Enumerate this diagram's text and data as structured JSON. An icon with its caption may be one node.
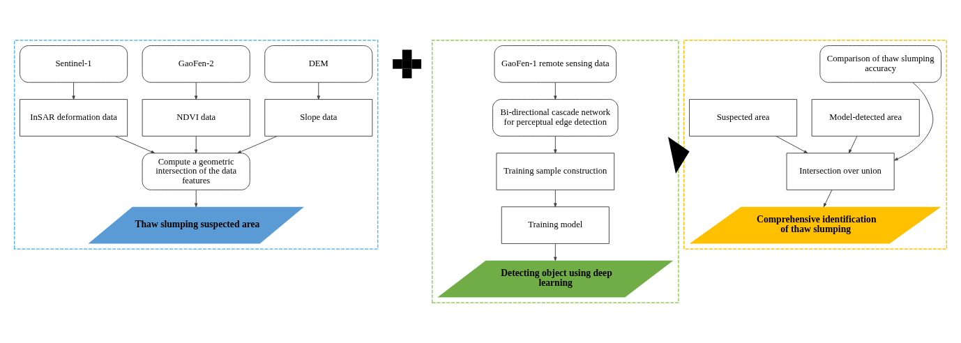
{
  "diagram": {
    "nodes": [
      {
        "text": [],
        "shape": "box"
      },
      {
        "text": [
          "Sentinel-1"
        ],
        "in": 0
      },
      {
        "text": [
          "GaoFen-2"
        ],
        "in": 0
      },
      {
        "text": [
          "DEM"
        ],
        "in": 0
      },
      {
        "text": [
          "InSAR deformation data"
        ],
        "in": 0
      },
      {
        "text": [
          "NDVI data"
        ],
        "in": 0
      },
      {
        "text": [
          "Slope data"
        ],
        "in": 0
      },
      {
        "text": [
          "Compute a geometric intersection of the data features"
        ],
        "in": 0
      },
      {
        "text": [
          "Thaw slumping suspected area"
        ],
        "in": 0
      },
      {
        "text": [],
        "shape": "plus"
      },
      {
        "text": [],
        "shape": "box"
      },
      {
        "text": [
          "GaoFen-1 remote sensing data"
        ],
        "in": 10
      },
      {
        "text": [
          "Bi-directional cascade network for perceptual edge detection"
        ],
        "in": 10
      },
      {
        "text": [
          "Training sample construction"
        ],
        "in": 10
      },
      {
        "text": [
          "Training model"
        ],
        "in": 10
      },
      {
        "text": [
          "Detecting object using deep learning"
        ],
        "in": 10
      },
      {
        "text": [],
        "shape": "box"
      },
      {
        "text": [
          "Comparison of thaw slumping accuracy"
        ],
        "in": 16
      },
      {
        "text": [
          "Suspected area"
        ],
        "in": 16
      },
      {
        "text": [
          "Model-detected area"
        ],
        "in": 16
      },
      {
        "text": [
          "Intersection over union"
        ],
        "in": 16
      },
      {
        "text": [
          "Comprehensive identification of thaw slumping"
        ],
        "in": 16
      }
    ],
    "edges": [
      {
        "from": 1,
        "to": 4,
        "arrow": "to"
      },
      {
        "from": 2,
        "to": 5,
        "arrow": "to"
      },
      {
        "from": 3,
        "to": 6,
        "arrow": "to"
      },
      {
        "from": 4,
        "to": 7,
        "arrow": "to"
      },
      {
        "from": 5,
        "to": 7,
        "arrow": "to"
      },
      {
        "from": 6,
        "to": 7,
        "arrow": "to"
      },
      {
        "from": 7,
        "to": 8,
        "arrow": "to"
      },
      {
        "from": 11,
        "to": 12,
        "arrow": "to"
      },
      {
        "from": 12,
        "to": 13,
        "arrow": "to"
      },
      {
        "from": 13,
        "to": 14,
        "arrow": "to"
      },
      {
        "from": 14,
        "to": 15,
        "arrow": "to"
      },
      {
        "from": 10,
        "to": 16,
        "arrow": "to",
        "style": "thick"
      },
      {
        "from": 17,
        "to": 20,
        "arrow": "to"
      },
      {
        "from": 18,
        "to": 20,
        "arrow": "to"
      },
      {
        "from": 19,
        "to": 20,
        "arrow": "to"
      },
      {
        "from": 20,
        "to": 21,
        "arrow": "to"
      }
    ]
  }
}
